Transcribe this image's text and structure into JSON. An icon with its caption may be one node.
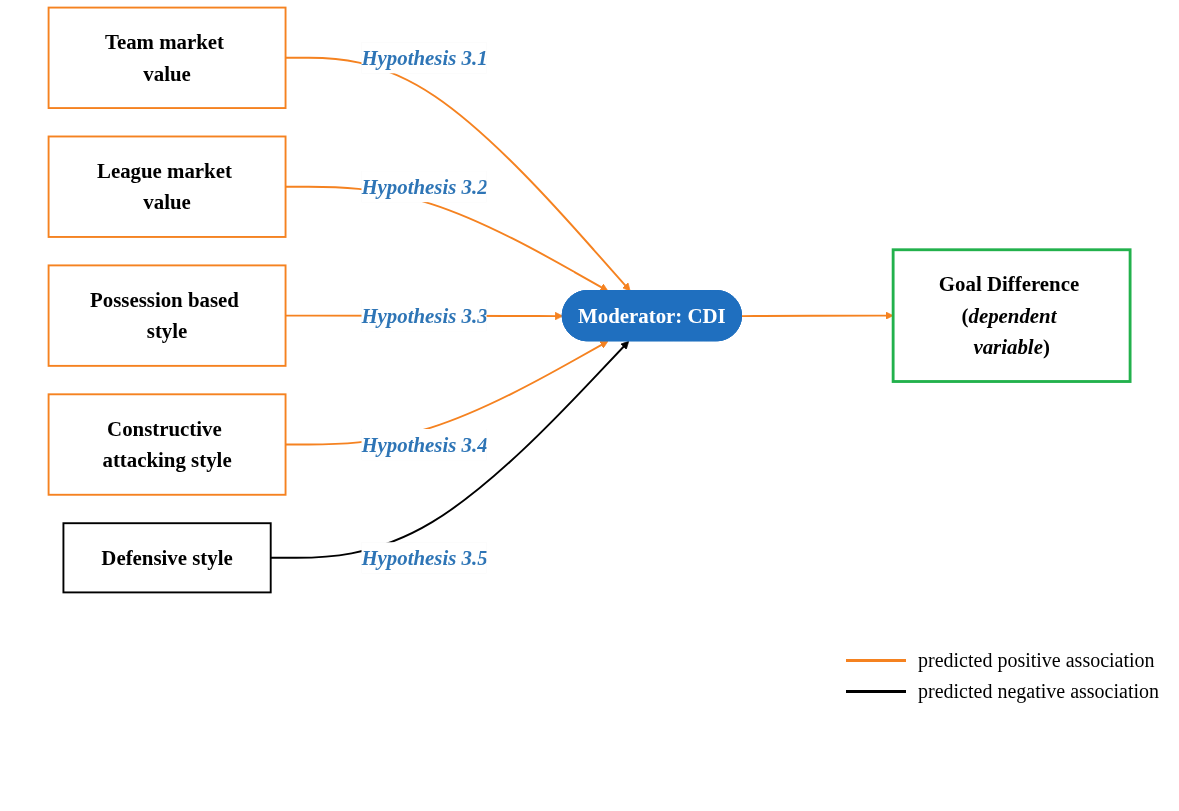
{
  "diagram": {
    "nodes": [
      {
        "text": [
          "Team market value"
        ]
      },
      {
        "text": [
          "League market value"
        ]
      },
      {
        "text": [
          "Possession based style"
        ]
      },
      {
        "text": [
          "Constructive attacking style"
        ]
      },
      {
        "text": [
          "Defensive style"
        ]
      },
      {
        "text": [
          "Moderator: CDI"
        ]
      },
      {
        "text": [
          "Goal Difference (*dependent variable*)"
        ]
      }
    ],
    "edges": [
      {
        "from": 0,
        "to": 5,
        "arrow": "to",
        "label": "Hypothesis 3.1"
      },
      {
        "from": 1,
        "to": 5,
        "arrow": "to",
        "label": "Hypothesis 3.2"
      },
      {
        "from": 2,
        "to": 5,
        "arrow": "to",
        "label": "Hypothesis 3.3"
      },
      {
        "from": 3,
        "to": 5,
        "arrow": "to",
        "label": "Hypothesis 3.4"
      },
      {
        "from": 4,
        "to": 5,
        "arrow": "to",
        "label": "Hypothesis 3.5",
        "color": "#000000"
      },
      {
        "from": 5,
        "to": 6,
        "arrow": "to"
      }
    ],
    "legend": [
      {
        "text": "predicted positive association",
        "color": "#f58220"
      },
      {
        "text": "predicted negative association",
        "color": "#000000"
      }
    ]
  }
}
